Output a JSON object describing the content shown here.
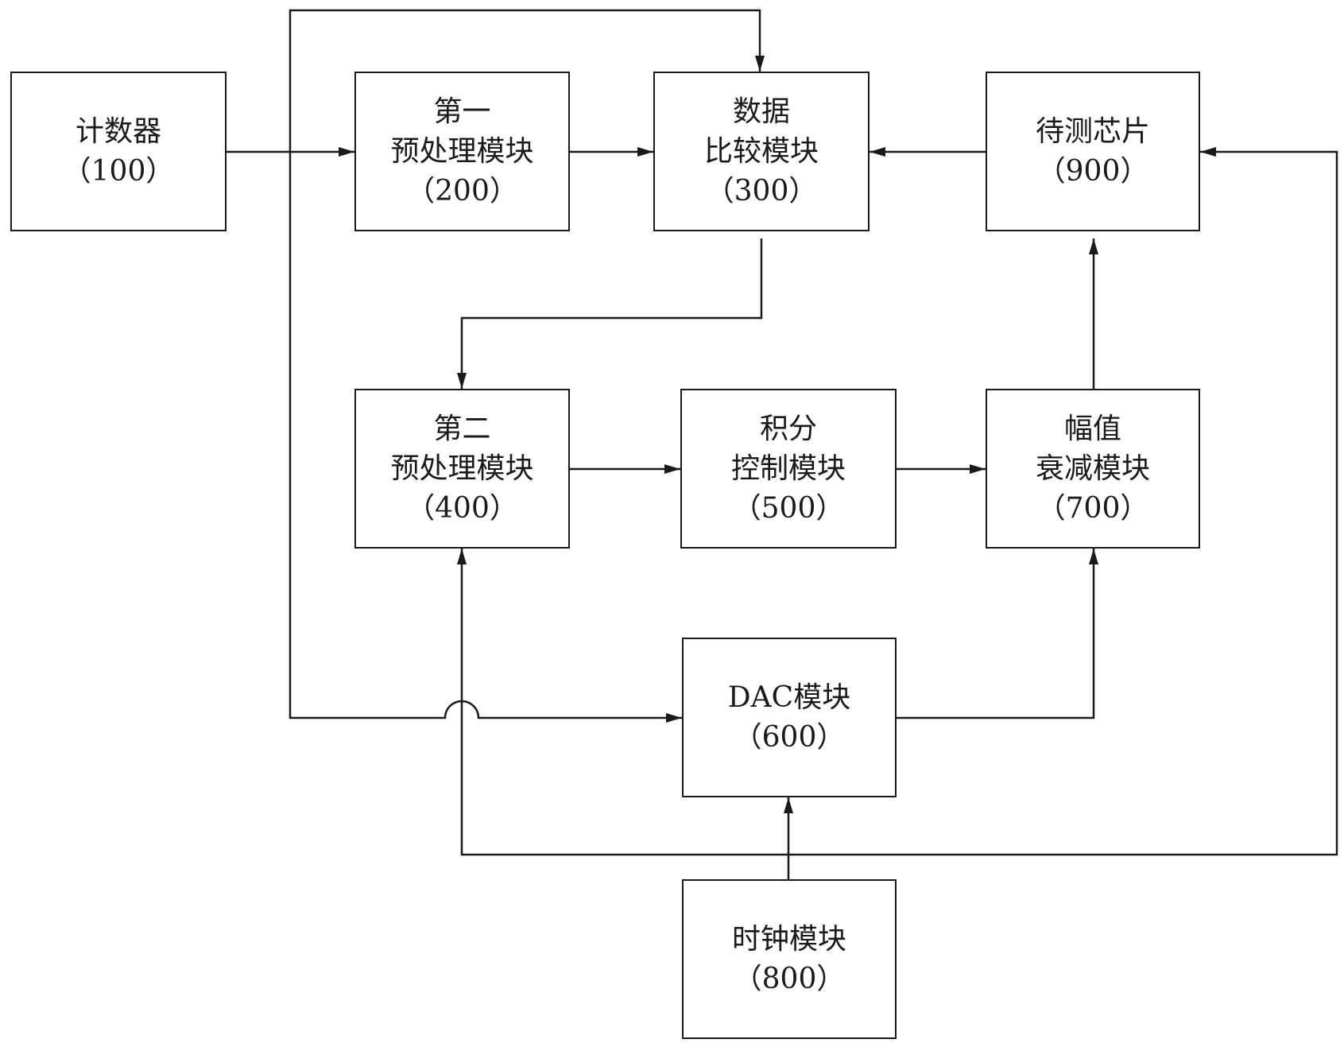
{
  "blocks": {
    "counter": {
      "lines": [
        "计数器",
        "（100）"
      ]
    },
    "pre1": {
      "lines": [
        "第一",
        "预处理模块",
        "（200）"
      ]
    },
    "compare": {
      "lines": [
        "数据",
        "比较模块",
        "（300）"
      ]
    },
    "chip": {
      "lines": [
        "待测芯片",
        "（900）"
      ]
    },
    "pre2": {
      "lines": [
        "第二",
        "预处理模块",
        "（400）"
      ]
    },
    "integrator": {
      "lines": [
        "积分",
        "控制模块",
        "（500）"
      ]
    },
    "attenuator": {
      "lines": [
        "幅值",
        "衰减模块",
        "（700）"
      ]
    },
    "dac": {
      "lines": [
        "DAC模块",
        "（600）"
      ]
    },
    "clock": {
      "lines": [
        "时钟模块",
        "（800）"
      ]
    }
  },
  "colors": {
    "stroke": "#1a1a1a",
    "background": "#ffffff"
  }
}
